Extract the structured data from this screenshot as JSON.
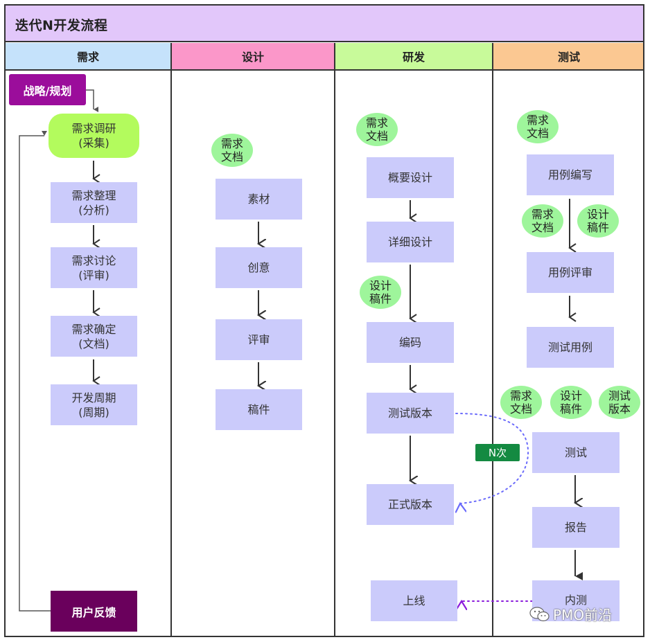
{
  "title": "迭代N开发流程",
  "lanes": {
    "requirements": "需求",
    "design": "设计",
    "development": "研发",
    "testing": "测试"
  },
  "requirements_lane": {
    "strategy": "战略/规划",
    "collect": "需求调研\n(采集)",
    "analyze": "需求整理\n(分析)",
    "review": "需求讨论\n(评审)",
    "confirm": "需求确定\n(文档)",
    "cycle": "开发周期\n(周期)",
    "feedback": "用户反馈"
  },
  "design_lane": {
    "input_doc": "需求\n文档",
    "material": "素材",
    "idea": "创意",
    "review": "评审",
    "draft": "稿件"
  },
  "development_lane": {
    "input_doc": "需求\n文档",
    "outline_design": "概要设计",
    "detail_design": "详细设计",
    "design_draft": "设计\n稿件",
    "coding": "编码",
    "test_version": "测试版本",
    "release_version": "正式版本",
    "go_live": "上线",
    "iteration_badge": "N次"
  },
  "testing_lane": {
    "input_doc": "需求\n文档",
    "case_writing": "用例编写",
    "doc_bubble": "需求\n文档",
    "draft_bubble": "设计\n稿件",
    "case_review": "用例评审",
    "test_cases": "测试用例",
    "doc_bubble_2": "需求\n文档",
    "draft_bubble_2": "设计\n稿件",
    "version_bubble": "测试\n版本",
    "testing": "测试",
    "report": "报告",
    "internal_test": "内测"
  },
  "watermark": "PMO前沿",
  "colors": {
    "lane_requirements": "#c5e2fb",
    "lane_design": "#fb97c9",
    "lane_development": "#c8fa9a",
    "lane_testing": "#fbc892",
    "node": "#cbcbfb",
    "bubble": "#9ef59b"
  }
}
